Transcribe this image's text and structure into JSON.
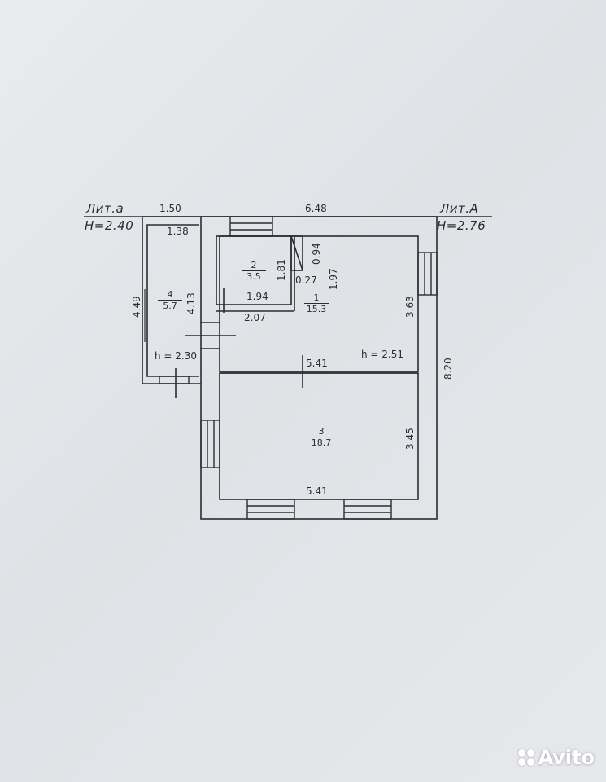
{
  "header": {
    "lit_left": "Лит.a",
    "h_left": "H=2.40",
    "lit_right": "Лит.A",
    "h_right": "H=2.76"
  },
  "dimensions": {
    "top_annex": "1.50",
    "top_main": "6.48",
    "annex_inner_top": "1.38",
    "annex_height": "4.49",
    "annex_inner_height": "4.13",
    "room2_height": "1.81",
    "closet_width": "0.94",
    "closet_depth": "0.27",
    "closet_height": "1.97",
    "room1_inner_width": "1.94",
    "room1_inner_width_b": "2.07",
    "room1_height": "3.63",
    "main_height": "8.20",
    "room1_width": "5.41",
    "room3_height": "3.45",
    "room3_width": "5.41"
  },
  "ceiling": {
    "annex": "h = 2.30",
    "main": "h = 2.51"
  },
  "rooms": [
    {
      "no": "1",
      "area": "15.3"
    },
    {
      "no": "2",
      "area": "3.5"
    },
    {
      "no": "3",
      "area": "18.7"
    },
    {
      "no": "4",
      "area": "5.7"
    }
  ],
  "watermark": "Avito",
  "colors": {
    "paper": "#e6e8eb",
    "ink": "#2a2d33",
    "watermark": "#ffffff"
  }
}
